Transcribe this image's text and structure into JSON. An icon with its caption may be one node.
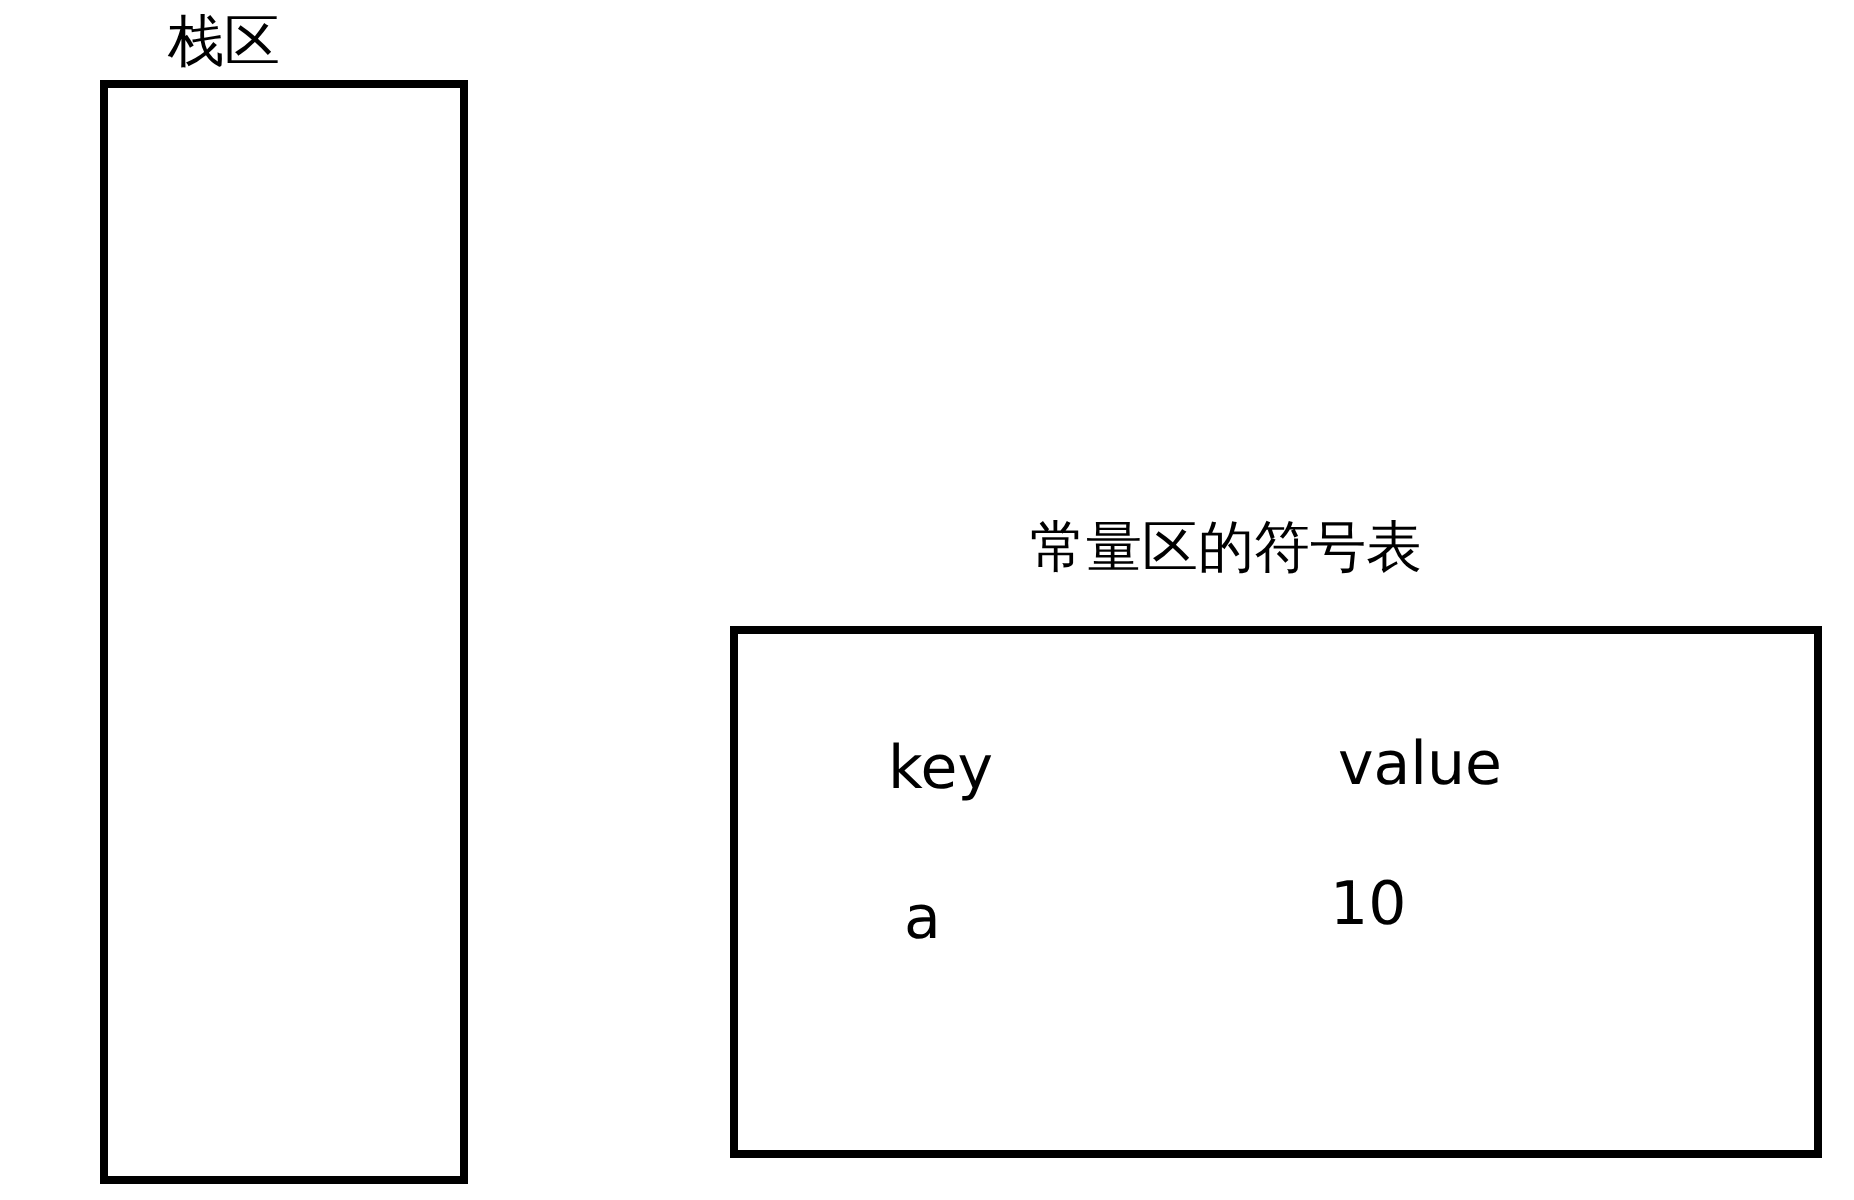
{
  "diagram": {
    "nodes": [
      {
        "text": [
          "栈区"
        ]
      },
      {
        "text": [
          "常量区的符号表"
        ]
      }
    ],
    "edges": [],
    "labels": [
      "key",
      "value",
      "a",
      "10"
    ]
  }
}
